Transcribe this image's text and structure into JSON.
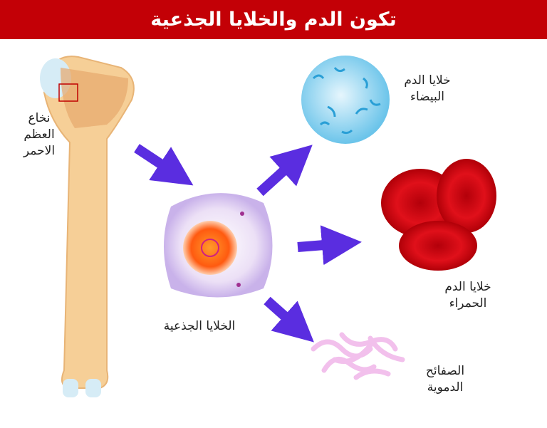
{
  "title": "تكون الدم والخلايا الجذعية",
  "labels": {
    "marrow": [
      "نخاع",
      "العظم",
      "الاحمر"
    ],
    "white": [
      "خلايا الدم",
      "البيضاء"
    ],
    "red": [
      "خلايا الدم",
      "الحمراء"
    ],
    "stem": "الخلايا الجذعية",
    "platelets": [
      "الصفائح",
      "الدموية"
    ]
  },
  "colors": {
    "header": "#c30006",
    "arrow": "#5a2de0",
    "bone": "#f6cf97",
    "red_cell": "#d8000a",
    "white_cell": "#7fd0ee"
  }
}
